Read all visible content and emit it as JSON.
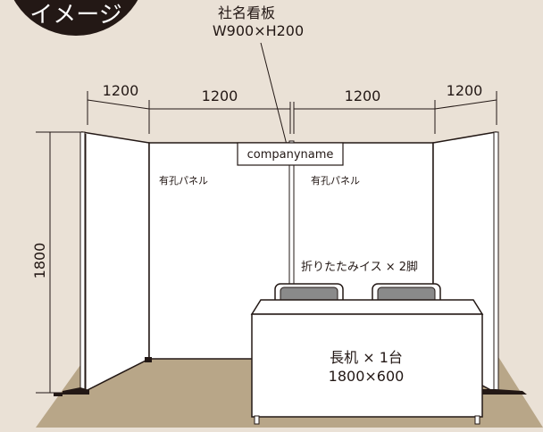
{
  "badge": {
    "text": "イメージ"
  },
  "sign": {
    "title": "社名看板",
    "size": "W900×H200",
    "board_text": "companyname"
  },
  "dimensions": {
    "widths": [
      "1200",
      "1200",
      "1200",
      "1200"
    ],
    "height": "1800"
  },
  "panels": {
    "left_label": "有孔パネル",
    "right_label": "有孔パネル"
  },
  "chairs": {
    "label": "折りたたみイス × 2脚"
  },
  "desk": {
    "label": "長机 × 1台",
    "size": "1800×600"
  },
  "colors": {
    "background": "#eae1d6",
    "floor": "#b8a688",
    "panel": "#ffffff",
    "frame": "#231815",
    "badge": "#231815"
  }
}
